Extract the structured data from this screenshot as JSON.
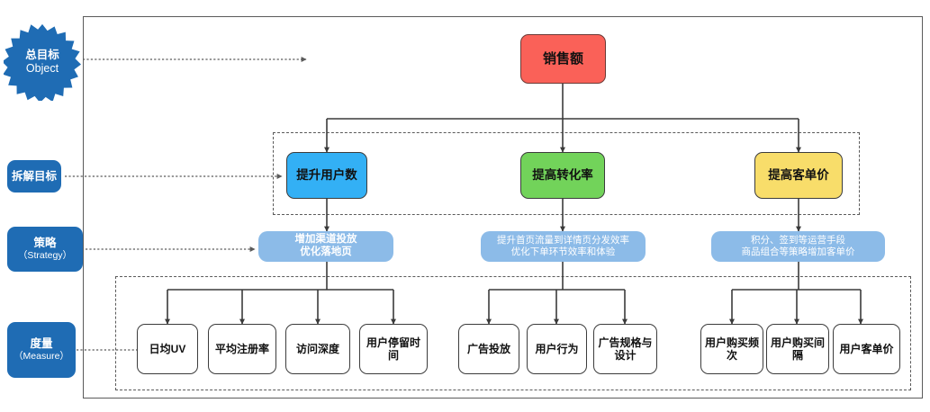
{
  "rail": {
    "objective": {
      "cn": "总目标",
      "en": "Object",
      "icon": "starburst-badge",
      "color": "#1f6cb4"
    },
    "breakdown": {
      "cn": "拆解目标",
      "en": "",
      "color": "#1f6cb4"
    },
    "strategy": {
      "cn": "策略",
      "en": "（Strategy）",
      "color": "#1f6cb4"
    },
    "measure": {
      "cn": "度量",
      "en": "（Measure）",
      "color": "#1f6cb4"
    }
  },
  "objective_node": {
    "label": "销售额",
    "color": "#fa6158"
  },
  "goals": [
    {
      "label": "提升用户数",
      "color": "#33b0f5"
    },
    {
      "label": "提高转化率",
      "color": "#72d35a"
    },
    {
      "label": "提高客单价",
      "color": "#f8dd6a"
    }
  ],
  "strategies": [
    {
      "line1": "增加渠道投放",
      "line2": "优化落地页",
      "color": "#8cbbe8"
    },
    {
      "line1": "提升首页流量到详情页分发效率",
      "line2": "优化下单环节效率和体验",
      "color": "#8cbbe8"
    },
    {
      "line1": "积分、签到等运营手段",
      "line2": "商品组合等策略增加客单价",
      "color": "#8cbbe8"
    }
  ],
  "metrics": {
    "group1": [
      "日均UV",
      "平均注册率",
      "访问深度",
      "用户停留时间"
    ],
    "group2": [
      "广告投放",
      "用户行为",
      "广告规格与设计"
    ],
    "group3": [
      "用户购买频次",
      "用户购买间隔",
      "用户客单价"
    ]
  }
}
